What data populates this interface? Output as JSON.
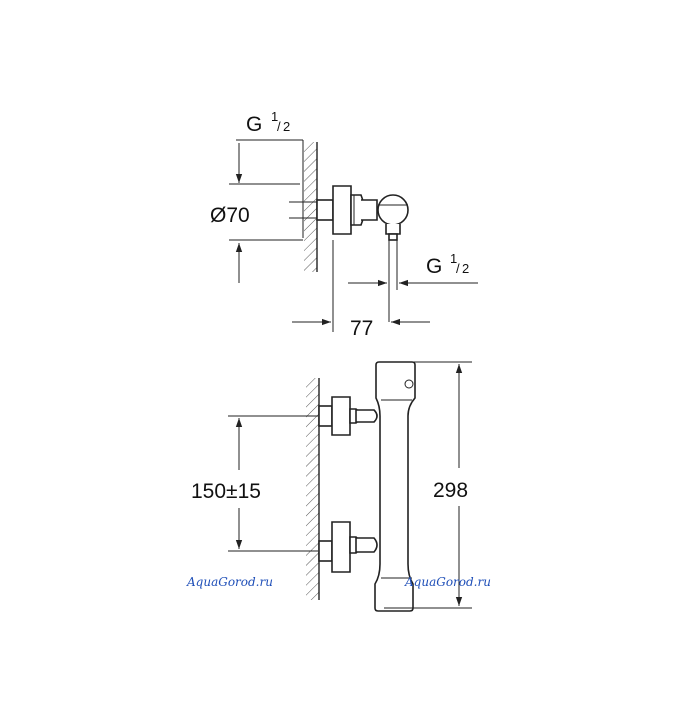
{
  "drawing": {
    "side_view": {
      "inlet_thread_base": "G",
      "inlet_thread_num": "1",
      "inlet_thread_den": "2",
      "diameter_label": "Ø70",
      "outlet_thread_base": "G",
      "outlet_thread_num": "1",
      "outlet_thread_den": "2",
      "depth_label": "77"
    },
    "front_view": {
      "centers_label": "150±15",
      "height_label": "298"
    }
  },
  "watermarks": [
    "AquaGorod.ru",
    "AquaGorod.ru"
  ],
  "colors": {
    "line": "#222222",
    "watermark": "#1f4fb8",
    "background": "#ffffff"
  }
}
